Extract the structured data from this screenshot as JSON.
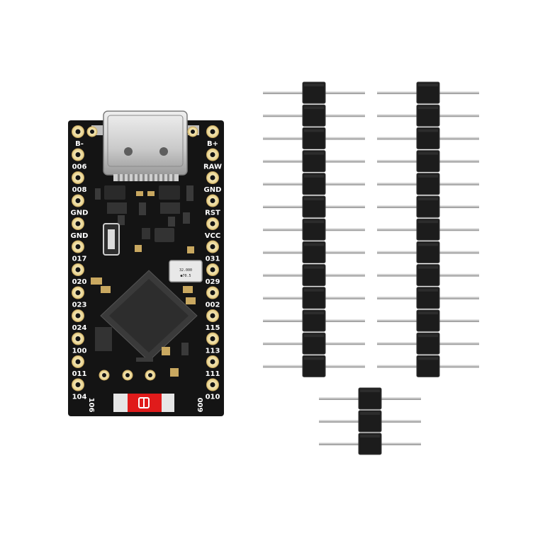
{
  "board": {
    "left_labels": [
      "B-",
      "006",
      "008",
      "GND",
      "GND",
      "017",
      "020",
      "023",
      "024",
      "100",
      "011",
      "104"
    ],
    "right_labels": [
      "B+",
      "RAW",
      "GND",
      "RST",
      "VCC",
      "031",
      "029",
      "002",
      "115",
      "113",
      "111",
      "010"
    ],
    "bottom_left_label": "106",
    "bottom_right_label": "009",
    "crystal_label": "32.000",
    "crystal_sub": "●70.5",
    "board_color": "#141414",
    "pad_color": "#f4e3a8",
    "led_color": "#e01b1b"
  },
  "headers": {
    "long_header_pins": 13,
    "short_header_pins": 3,
    "housing_color": "#1c1c1c",
    "pin_color": "#d9d9d9"
  }
}
